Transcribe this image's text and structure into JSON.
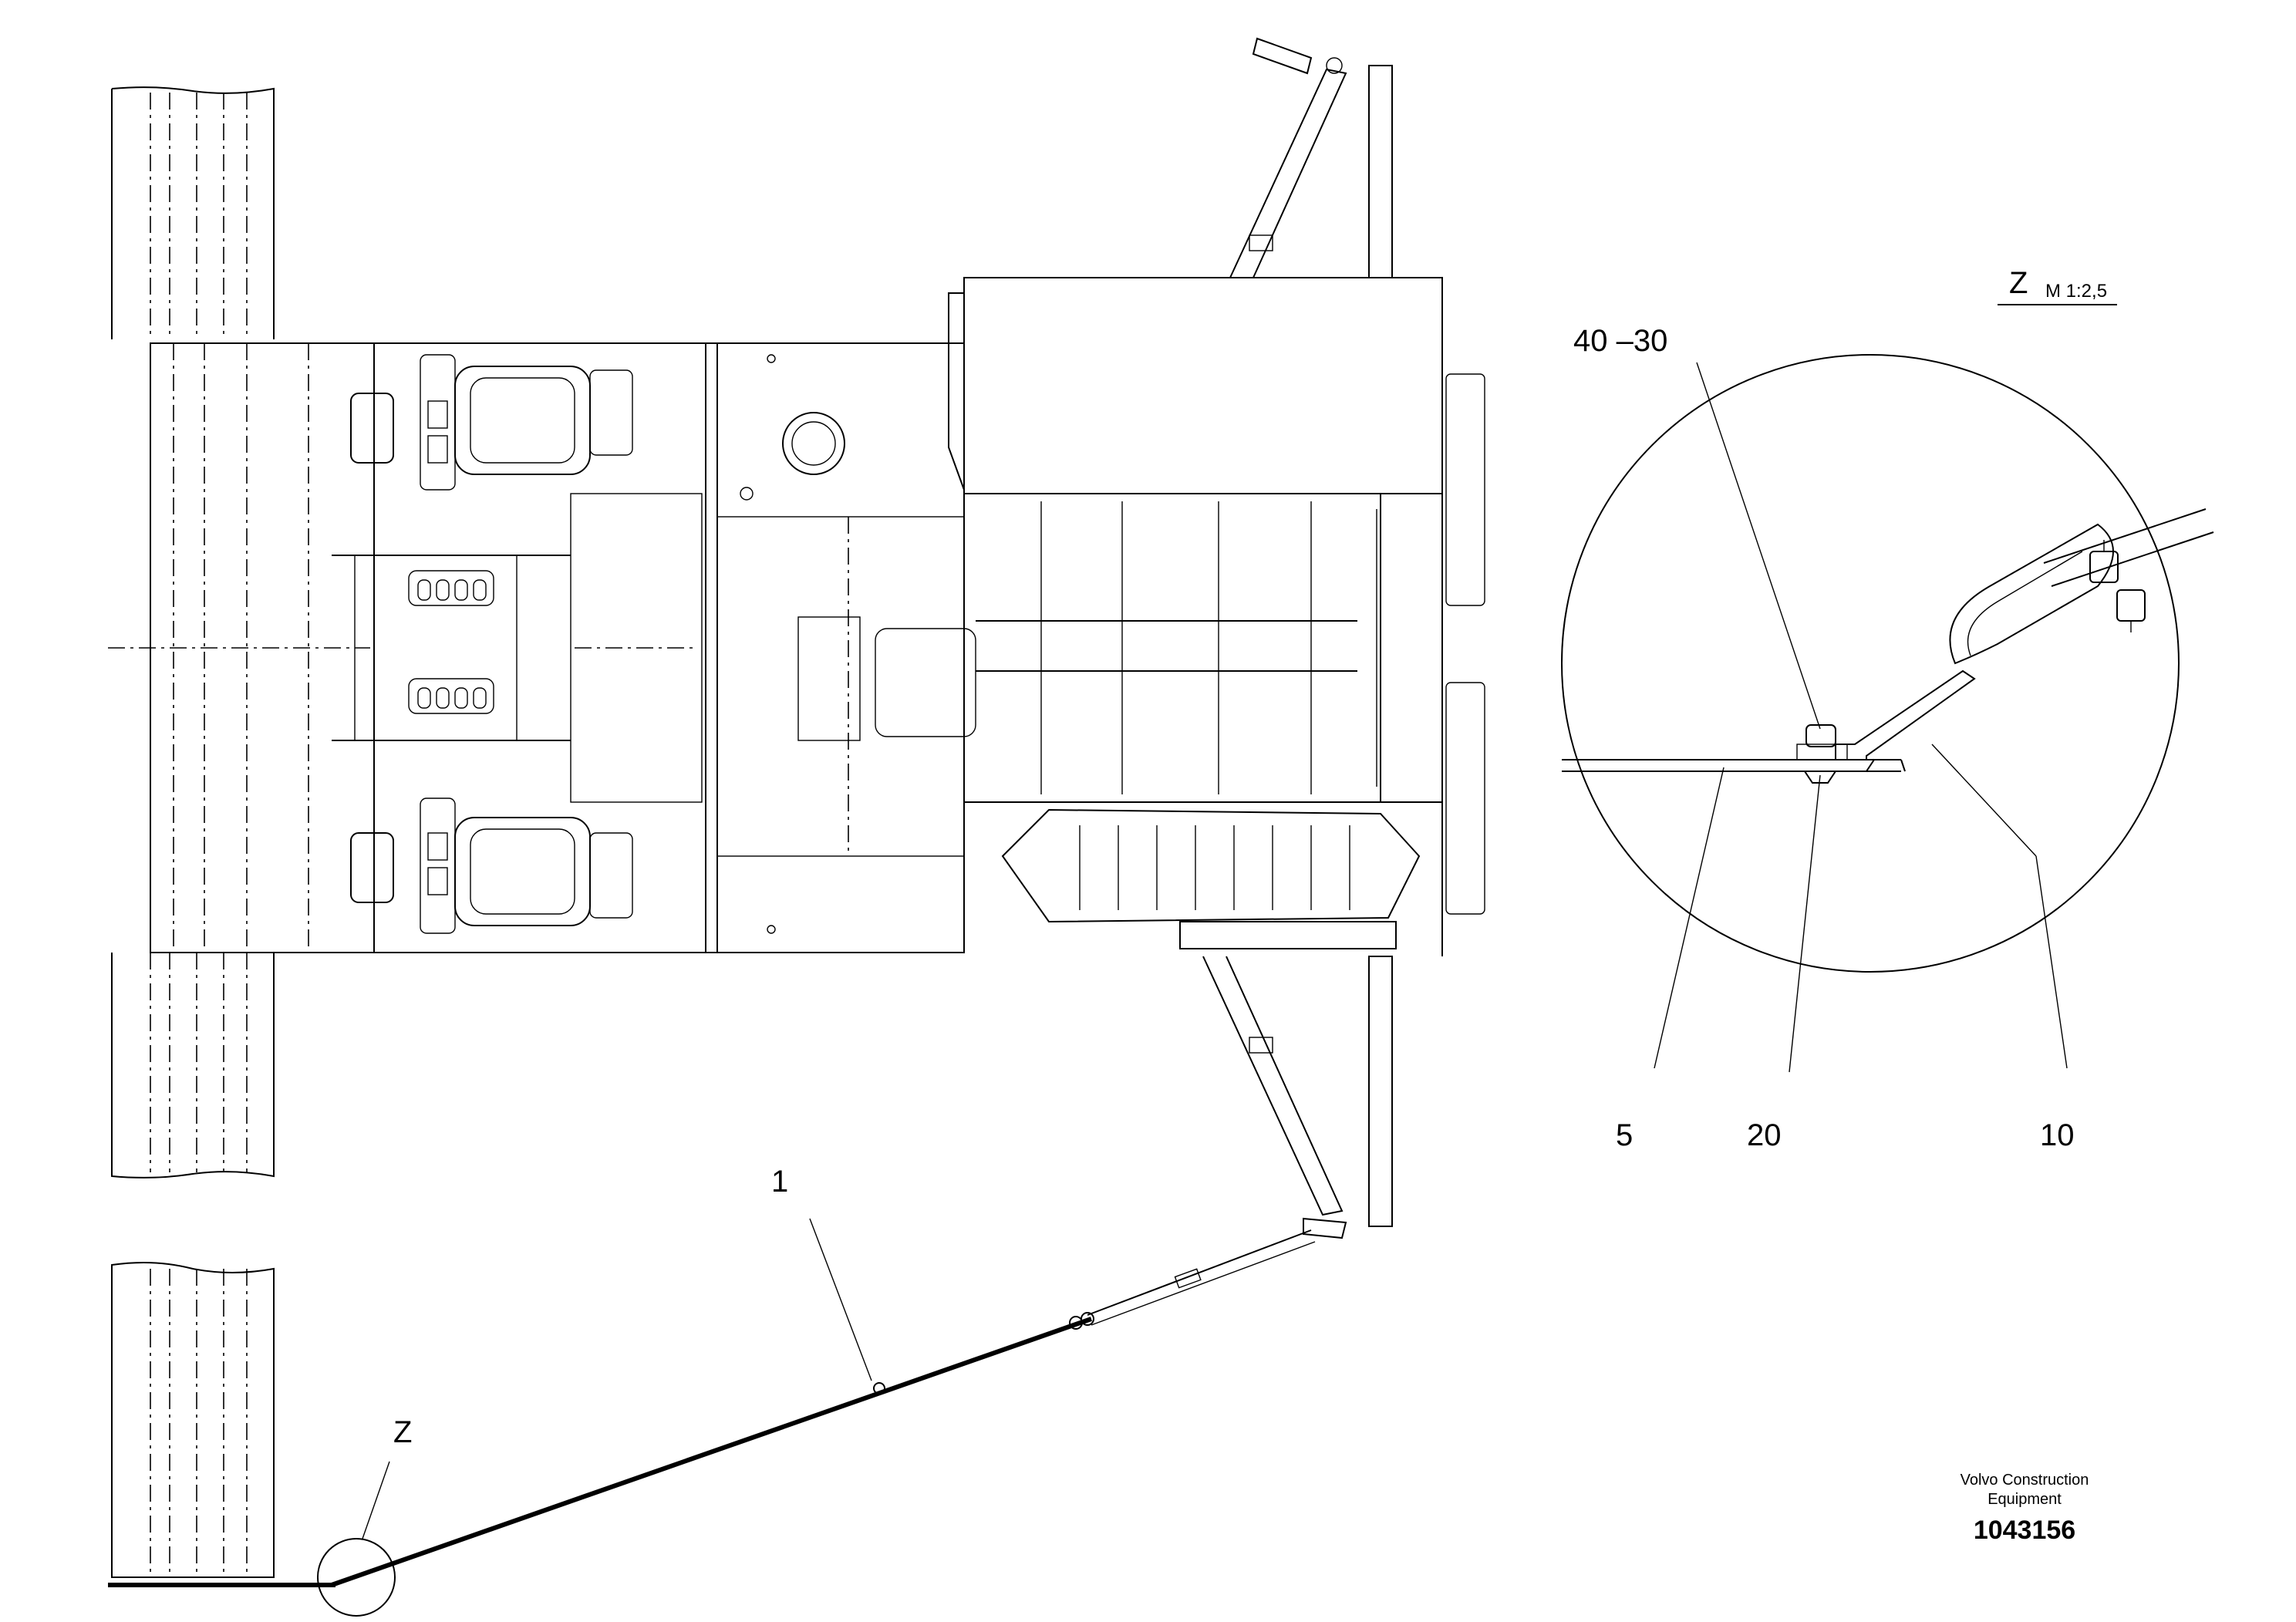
{
  "callouts": {
    "item_1": "1",
    "item_5": "5",
    "item_10": "10",
    "item_20": "20",
    "item_40_30": "40 –30",
    "detail_ref": "Z"
  },
  "detail": {
    "label": "Z",
    "scale": "M 1:2,5"
  },
  "title_block": {
    "company_line1": "Volvo Construction",
    "company_line2": "Equipment",
    "document_number": "1043156"
  }
}
